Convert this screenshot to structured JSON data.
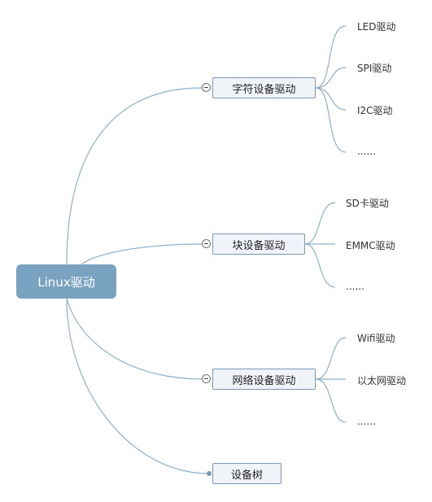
{
  "colors": {
    "root_fill": "#7aa3c2",
    "topic_fill": "#f0f4f8",
    "topic_border": "#7a98b3",
    "edge": "#8fb0c8"
  },
  "root": {
    "label": "Linux驱动"
  },
  "branches": [
    {
      "label": "字符设备驱动",
      "collapsible": true,
      "children": [
        "LED驱动",
        "SPI驱动",
        "I2C驱动",
        "......"
      ]
    },
    {
      "label": "块设备驱动",
      "collapsible": true,
      "children": [
        "SD卡驱动",
        "EMMC驱动",
        "......"
      ]
    },
    {
      "label": "网络设备驱动",
      "collapsible": true,
      "children": [
        "Wifi驱动",
        "以太网驱动",
        "......"
      ]
    },
    {
      "label": "设备树",
      "collapsible": false,
      "children": []
    }
  ]
}
